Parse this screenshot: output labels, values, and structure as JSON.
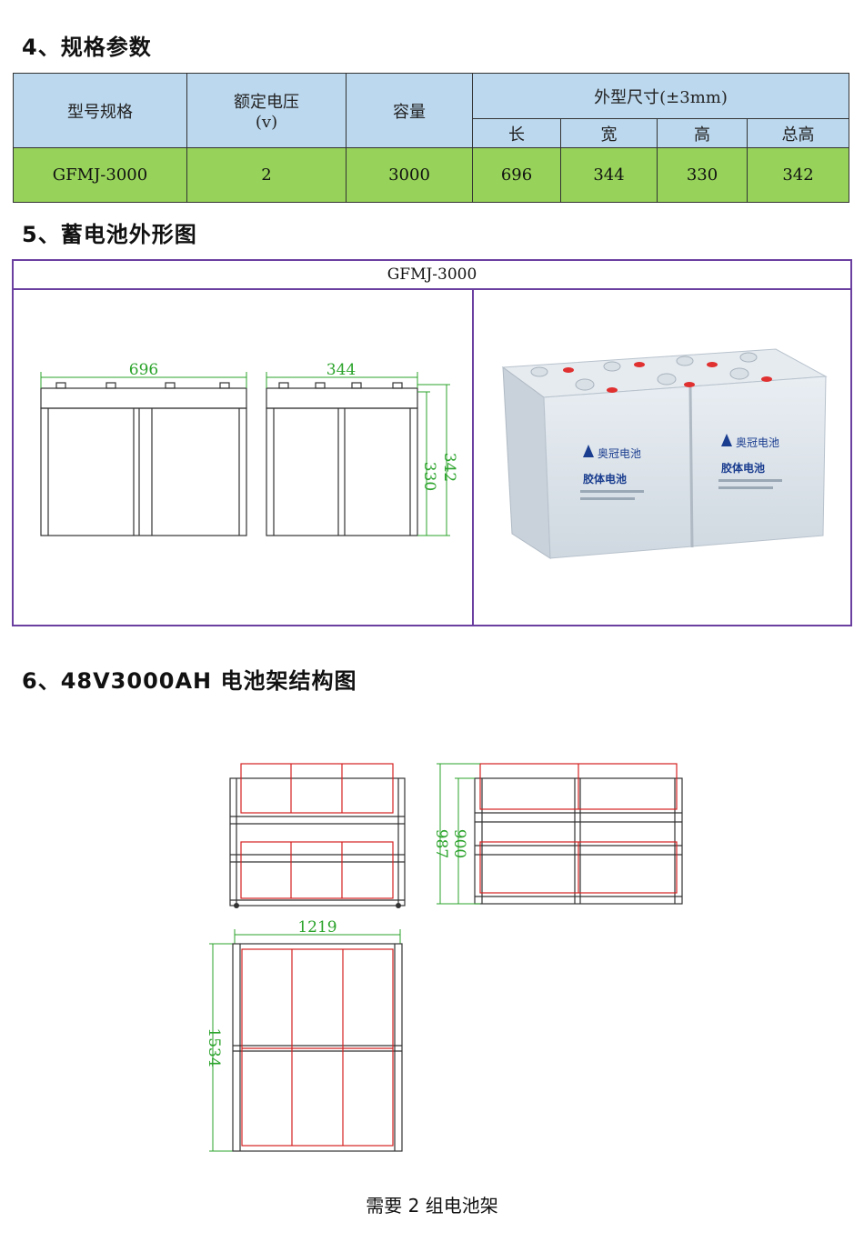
{
  "section4": {
    "title": "4、规格参数"
  },
  "spec_table": {
    "headers": {
      "model": "型号规格",
      "voltage_line1": "额定电压",
      "voltage_line2": "(v)",
      "capacity": "容量",
      "dimensions": "外型尺寸(±3mm)",
      "length": "长",
      "width": "宽",
      "height": "高",
      "total_height": "总高"
    },
    "row": {
      "model": "GFMJ-3000",
      "voltage": "2",
      "capacity": "3000",
      "length": "696",
      "width": "344",
      "height": "330",
      "total_height": "342"
    }
  },
  "section5": {
    "title": "5、蓄电池外形图"
  },
  "outline": {
    "model_title": "GFMJ-3000",
    "dim_length": "696",
    "dim_width": "344",
    "dim_height": "330",
    "dim_total_height": "342",
    "photo_label_brand": "奥冠电池",
    "photo_label_type": "胶体电池"
  },
  "section6": {
    "title": "6、48V3000AH 电池架结构图"
  },
  "rack": {
    "dim_height_total": "987",
    "dim_height": "900",
    "dim_width": "1219",
    "dim_depth": "1534"
  },
  "caption": "需要 2 组电池架",
  "colors": {
    "header_bg": "#bcd8ee",
    "row_bg": "#97d35a",
    "frame": "#6b3fa0",
    "dimension": "#2ba32b",
    "battery_outline": "#d42020"
  }
}
